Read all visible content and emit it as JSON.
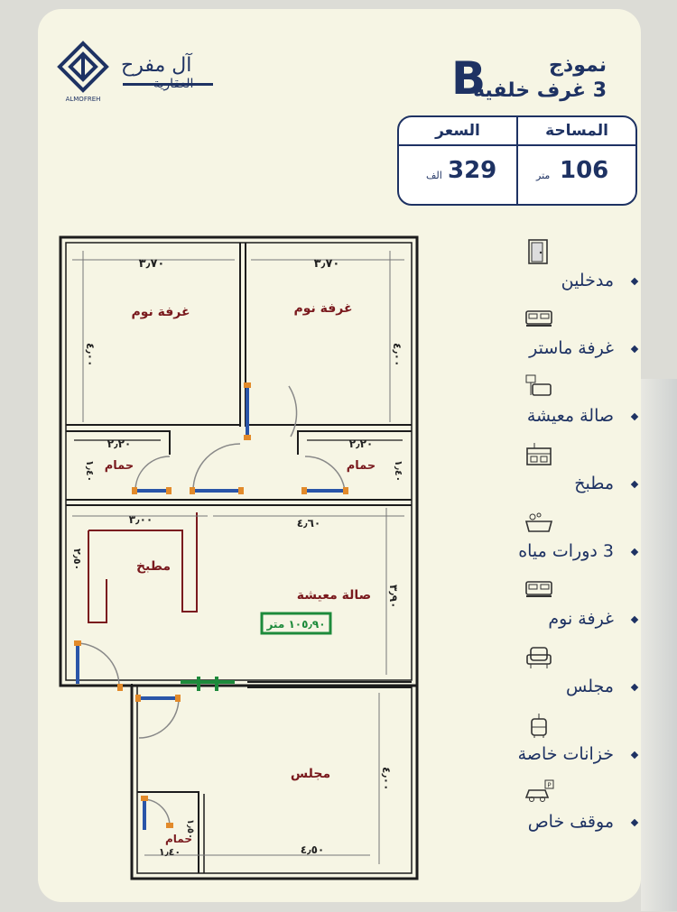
{
  "brand": {
    "name": "آل مفرح",
    "sub": "العقارية",
    "mark_text": "ALMOFREH"
  },
  "model": {
    "word": "نموذج",
    "rooms_line": "3 غرف خلفية",
    "letter": "B"
  },
  "specs": {
    "area_label": "المساحة",
    "price_label": "السعر",
    "area_value": "106",
    "area_unit": "متر",
    "price_value": "329",
    "price_unit": "الف"
  },
  "features": [
    {
      "label": "مدخلين",
      "icon": "door-icon"
    },
    {
      "label": "غرفة ماستر",
      "icon": "bed-icon"
    },
    {
      "label": "صالة معيشة",
      "icon": "living-room-icon"
    },
    {
      "label": "مطبخ",
      "icon": "kitchen-icon"
    },
    {
      "label": "3 دورات مياه",
      "icon": "bathtub-icon"
    },
    {
      "label": "غرفة نوم",
      "icon": "bed-icon"
    },
    {
      "label": "مجلس",
      "icon": "armchair-icon"
    },
    {
      "label": "خزانات خاصة",
      "icon": "water-tank-icon"
    },
    {
      "label": "موقف خاص",
      "icon": "parking-icon"
    }
  ],
  "plan": {
    "rooms": {
      "bed1": "غرفة نوم",
      "bed2": "غرفة نوم",
      "bath1": "حمام",
      "bath2": "حمام",
      "kitchen": "مطبخ",
      "living": "صالة معيشة",
      "majlis": "مجلس",
      "bath3": "حمام"
    },
    "area_tag": "١٠٥٫٩٠ متر",
    "dims": {
      "bed1_w": "٣٫٧٠",
      "bed2_w": "٣٫٧٠",
      "bed1_h": "٤٫٠٠",
      "bed2_h": "٤٫٠٠",
      "bath1_w": "٢٫٢٠",
      "bath2_w": "٢٫٢٠",
      "bath1_h": "١٫٤٠",
      "bath2_h": "١٫٤٠",
      "kitchen_w": "٣٫٠٠",
      "living_w": "٤٫٦٠",
      "kitchen_h": "٢٫٥٠",
      "living_h": "٣٫٩٠",
      "majlis_h": "٤٫٠٠",
      "majlis_w": "٤٫٥٠",
      "bath3_w": "١٫٤٠",
      "bath3_h": "١٫٥٠"
    }
  },
  "colors": {
    "navy": "#1e3263",
    "wall": "#1c1c1c",
    "label": "#7a1a1e",
    "door": "#2a55a8",
    "hinge": "#e28a2a",
    "area_green": "#1d8a3b"
  }
}
